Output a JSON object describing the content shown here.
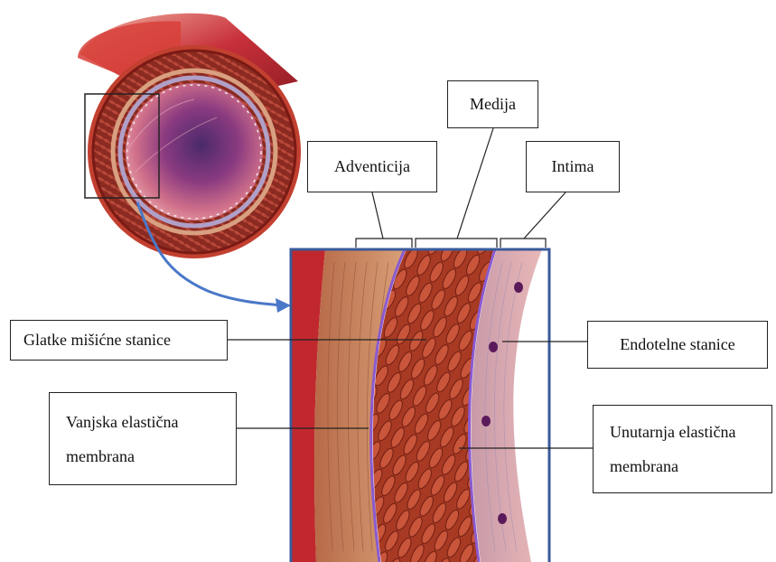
{
  "labels": {
    "medija": "Medija",
    "adventicija": "Adventicija",
    "intima": "Intima",
    "glatke": "Glatke mišićne stanice",
    "endotelne": "Endotelne stanice",
    "vanjska_line1": "Vanjska elastična",
    "vanjska_line2": "membrana",
    "unutarnja_line1": "Unutarnja elastična",
    "unutarnja_line2": "membrana"
  },
  "colors": {
    "frame": "#3a5a9a",
    "arrow": "#4a78c8",
    "muscle": "#b5452a",
    "vessel_outer": "#c0322a",
    "lumen": "#7a3a78"
  }
}
